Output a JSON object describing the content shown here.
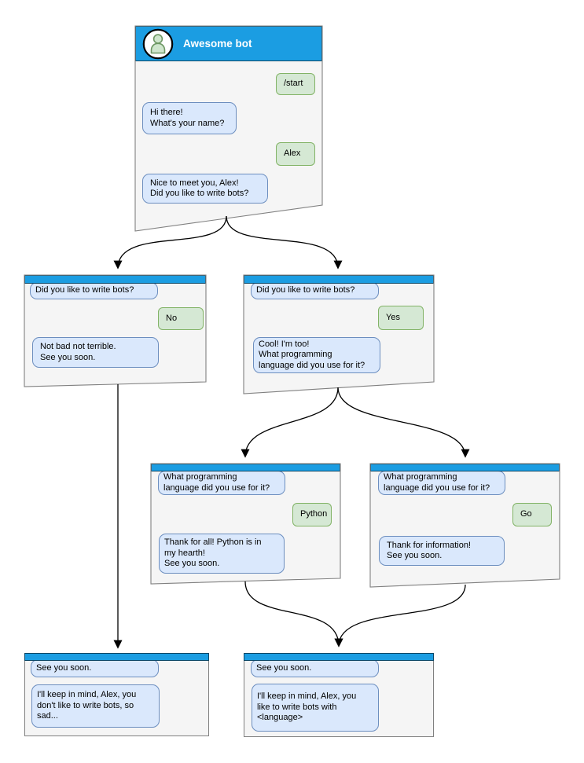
{
  "diagram": {
    "type": "chat-bot-flowchart",
    "colors": {
      "header_blue": "#1b9de2",
      "bot_bubble_fill": "#dae8fc",
      "bot_bubble_border": "#6c8ebf",
      "user_bubble_fill": "#d5e8d4",
      "user_bubble_border": "#82b366",
      "window_fill": "#f5f5f5",
      "window_border": "#808080",
      "connector": "#000000"
    },
    "windows": [
      {
        "name": "main",
        "title": "Awesome bot",
        "messages": [
          {
            "from": "user",
            "text": "/start"
          },
          {
            "from": "bot",
            "text": "Hi there!\nWhat's your name?"
          },
          {
            "from": "user",
            "text": "Alex"
          },
          {
            "from": "bot",
            "text": "Nice to meet you, Alex!\nDid you like to write bots?"
          }
        ]
      },
      {
        "name": "branch-no",
        "messages": [
          {
            "from": "bot",
            "text": "Did you like to write bots?"
          },
          {
            "from": "user",
            "text": "No"
          },
          {
            "from": "bot",
            "text": "Not bad not terrible.\nSee you soon."
          }
        ]
      },
      {
        "name": "branch-yes",
        "messages": [
          {
            "from": "bot",
            "text": "Did you like to write bots?"
          },
          {
            "from": "user",
            "text": "Yes"
          },
          {
            "from": "bot",
            "text": "Cool! I'm too!\nWhat programming\nlanguage did you use for it?"
          }
        ]
      },
      {
        "name": "branch-python",
        "messages": [
          {
            "from": "bot",
            "text": "What programming\nlanguage did you use for it?"
          },
          {
            "from": "user",
            "text": "Python"
          },
          {
            "from": "bot",
            "text": "Thank for all! Python is in\nmy hearth!\nSee you soon."
          }
        ]
      },
      {
        "name": "branch-go",
        "messages": [
          {
            "from": "bot",
            "text": "What programming\nlanguage did you use for it?"
          },
          {
            "from": "user",
            "text": "Go"
          },
          {
            "from": "bot",
            "text": "Thank for information!\nSee you soon."
          }
        ]
      },
      {
        "name": "end-no",
        "messages": [
          {
            "from": "bot",
            "text": "See you soon."
          },
          {
            "from": "bot",
            "text": "I'll keep in mind, Alex, you\ndon't like to write bots, so\nsad..."
          }
        ]
      },
      {
        "name": "end-yes",
        "messages": [
          {
            "from": "bot",
            "text": "See you soon."
          },
          {
            "from": "bot",
            "text": "I'll keep in mind, Alex, you\nlike to write bots with\n<language>"
          }
        ]
      }
    ]
  }
}
